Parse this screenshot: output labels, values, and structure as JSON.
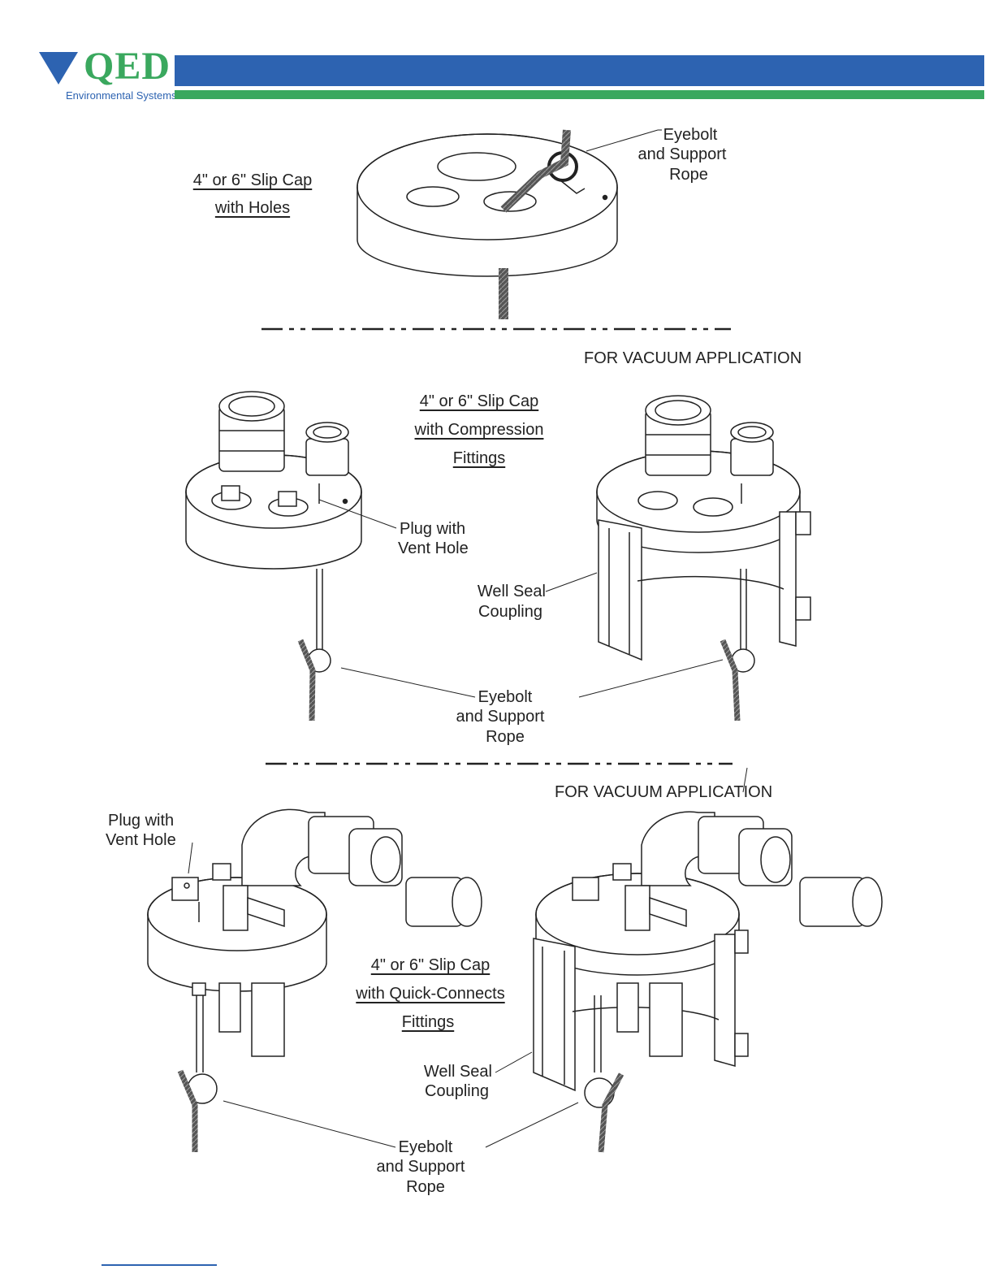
{
  "header": {
    "logo_text": "QED",
    "logo_subtitle": "Environmental Systems",
    "brand_blue": "#2d63b1",
    "brand_green": "#3aa85e"
  },
  "section1": {
    "cap_title_line1": "4\" or 6\" Slip Cap",
    "cap_title_line2": "with Holes",
    "eyebolt_line1": "Eyebolt",
    "eyebolt_line2": "and Support",
    "eyebolt_line3": "Rope"
  },
  "section2": {
    "vacuum_label": "FOR VACUUM APPLICATION",
    "cap_title_line1": "4\" or 6\" Slip Cap",
    "cap_title_line2": "with Compression",
    "cap_title_line3": "Fittings",
    "plug_line1": "Plug with",
    "plug_line2": "Vent Hole",
    "coupling_line1": "Well Seal",
    "coupling_line2": "Coupling",
    "eyebolt_line1": "Eyebolt",
    "eyebolt_line2": "and Support",
    "eyebolt_line3": "Rope"
  },
  "section3": {
    "vacuum_label": "FOR VACUUM APPLICATION",
    "plug_line1": "Plug with",
    "plug_line2": "Vent Hole",
    "cap_title_line1": "4\" or 6\" Slip Cap",
    "cap_title_line2": "with Quick-Connects",
    "cap_title_line3": "Fittings",
    "coupling_line1": "Well Seal",
    "coupling_line2": "Coupling",
    "eyebolt_line1": "Eyebolt",
    "eyebolt_line2": "and Support",
    "eyebolt_line3": "Rope"
  }
}
